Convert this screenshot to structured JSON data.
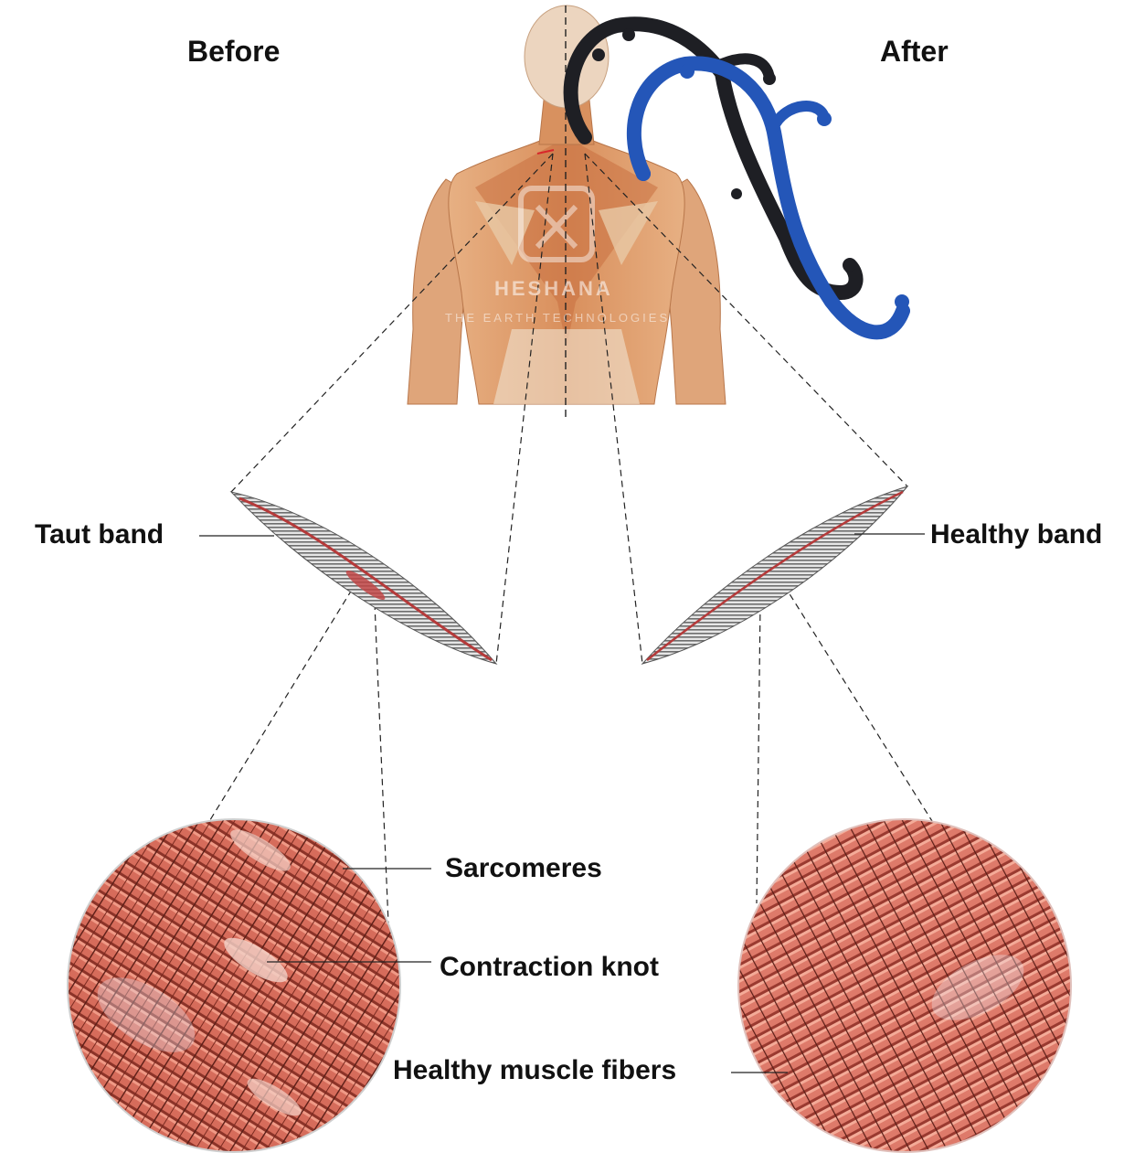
{
  "headers": {
    "before": "Before",
    "after": "After"
  },
  "labels": {
    "taut_band": "Taut band",
    "healthy_band": "Healthy band",
    "sarcomeres": "Sarcomeres",
    "contraction_knot": "Contraction knot",
    "healthy_muscle_fibers": "Healthy muscle fibers"
  },
  "watermark": {
    "brand": "HESHANA",
    "tagline": "THE EARTH TECHNOLOGIES"
  },
  "colors": {
    "skin": "#e8b48c",
    "muscle": "#c8754a",
    "fiber": "#d9705f",
    "fiber_dark": "#6b2a22",
    "massager_black": "#1e1f24",
    "massager_blue": "#2456b8"
  }
}
